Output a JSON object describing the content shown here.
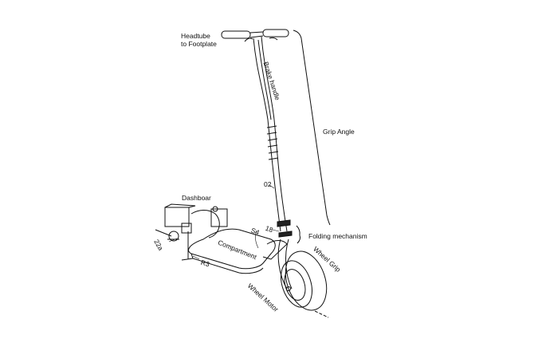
{
  "labels": {
    "headtube": [
      "Headtube",
      "to Footplate"
    ],
    "brake_handle": "Brake handle",
    "grip_angle": "Grip Angle",
    "ref_02": "02",
    "dashboard": "Dashboar",
    "ref_s4": "S4",
    "ref_18": "18",
    "folding_mechanism": "Folding mechanism",
    "ref_22a": "22a",
    "compartment": "Compartment",
    "ref_r3": "R3",
    "wheel_grip": "Wheel Grip",
    "wheel_motor": "Wheel Motor"
  }
}
